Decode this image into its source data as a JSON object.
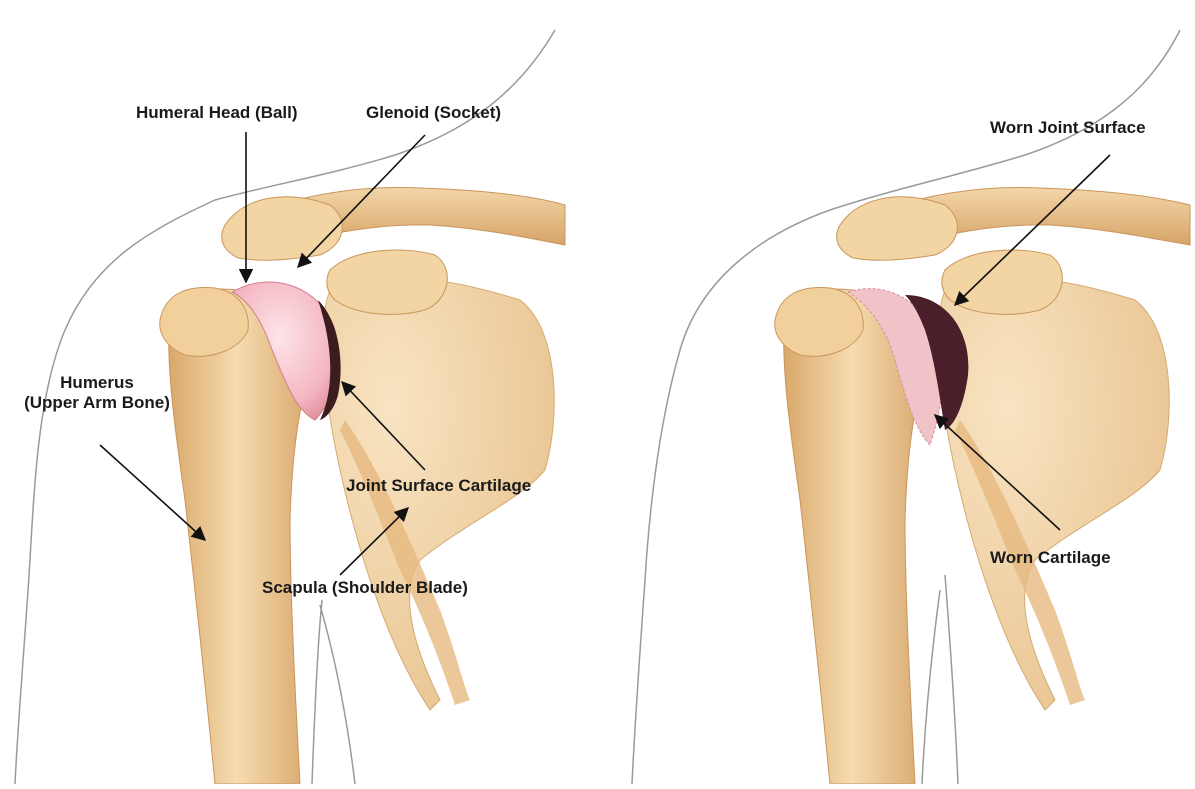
{
  "left_panel": {
    "labels": {
      "humeral_head": "Humeral Head (Ball)",
      "glenoid": "Glenoid (Socket)",
      "humerus_line1": "Humerus",
      "humerus_line2": "(Upper Arm Bone)",
      "joint_cartilage": "Joint Surface Cartilage",
      "scapula": "Scapula (Shoulder Blade)"
    }
  },
  "right_panel": {
    "labels": {
      "worn_surface": "Worn Joint Surface",
      "worn_cartilage": "Worn Cartilage"
    }
  },
  "colors": {
    "bone": "#f0cf9f",
    "bone_shadow": "#c9955c",
    "cartilage": "#f4b7c2",
    "worn_socket": "#4a1f2a",
    "outline": "#9a9a9a",
    "text": "#1a1a1a"
  }
}
